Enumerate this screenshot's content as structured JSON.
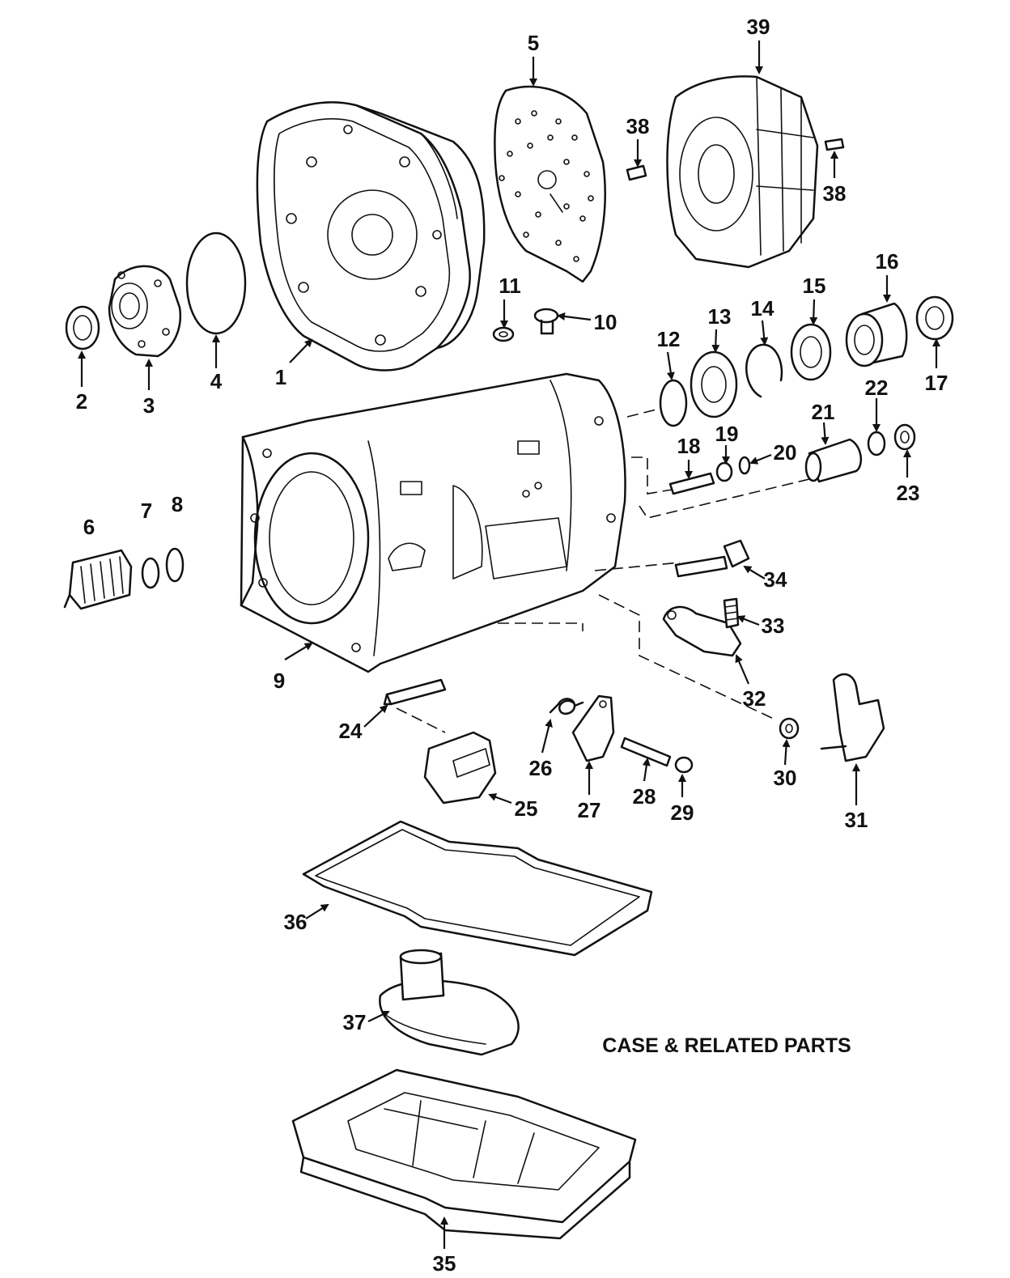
{
  "title": "CASE & RELATED PARTS",
  "colors": {
    "ink": "#111111",
    "background": "#ffffff"
  },
  "callouts": [
    "1",
    "2",
    "3",
    "4",
    "5",
    "6",
    "7",
    "8",
    "9",
    "10",
    "11",
    "12",
    "13",
    "14",
    "15",
    "16",
    "17",
    "18",
    "19",
    "20",
    "21",
    "22",
    "23",
    "24",
    "25",
    "26",
    "27",
    "28",
    "29",
    "30",
    "31",
    "32",
    "33",
    "34",
    "35",
    "36",
    "37",
    "38",
    "38",
    "39"
  ]
}
